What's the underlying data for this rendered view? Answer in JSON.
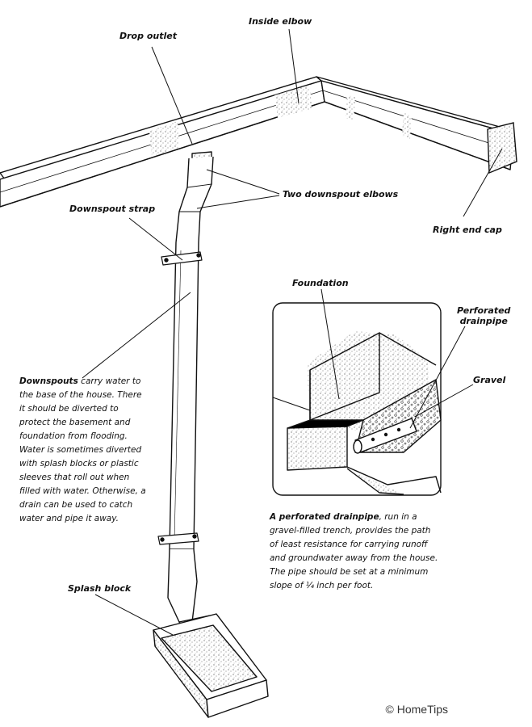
{
  "labels": {
    "drop_outlet": "Drop outlet",
    "inside_elbow": "Inside elbow",
    "two_downspout_elbows": "Two downspout elbows",
    "downspout_strap": "Downspout strap",
    "right_end_cap": "Right end cap",
    "foundation": "Foundation",
    "perforated_drainpipe_line1": "Perforated",
    "perforated_drainpipe_line2": "drainpipe",
    "gravel": "Gravel",
    "splash_block": "Splash block"
  },
  "downspouts_note": {
    "lead": "Downspouts",
    "lines": [
      " carry water to",
      "the base of the house. There",
      "it should be diverted to",
      "protect the basement and",
      "foundation from flooding.",
      "Water is sometimes diverted",
      "with splash blocks or plastic",
      "sleeves that roll out when",
      "filled with water. Otherwise, a",
      "drain can be used to catch",
      "water and pipe it away."
    ]
  },
  "drainpipe_note": {
    "lead": "A perforated drainpipe",
    "lines": [
      ", run in a",
      "gravel-filled trench, provides the path",
      "of least resistance for carrying runoff",
      "and groundwater away from the house.",
      "The pipe should be set at a minimum",
      "slope of ¼ inch per foot."
    ]
  },
  "copyright": "© HomeTips"
}
